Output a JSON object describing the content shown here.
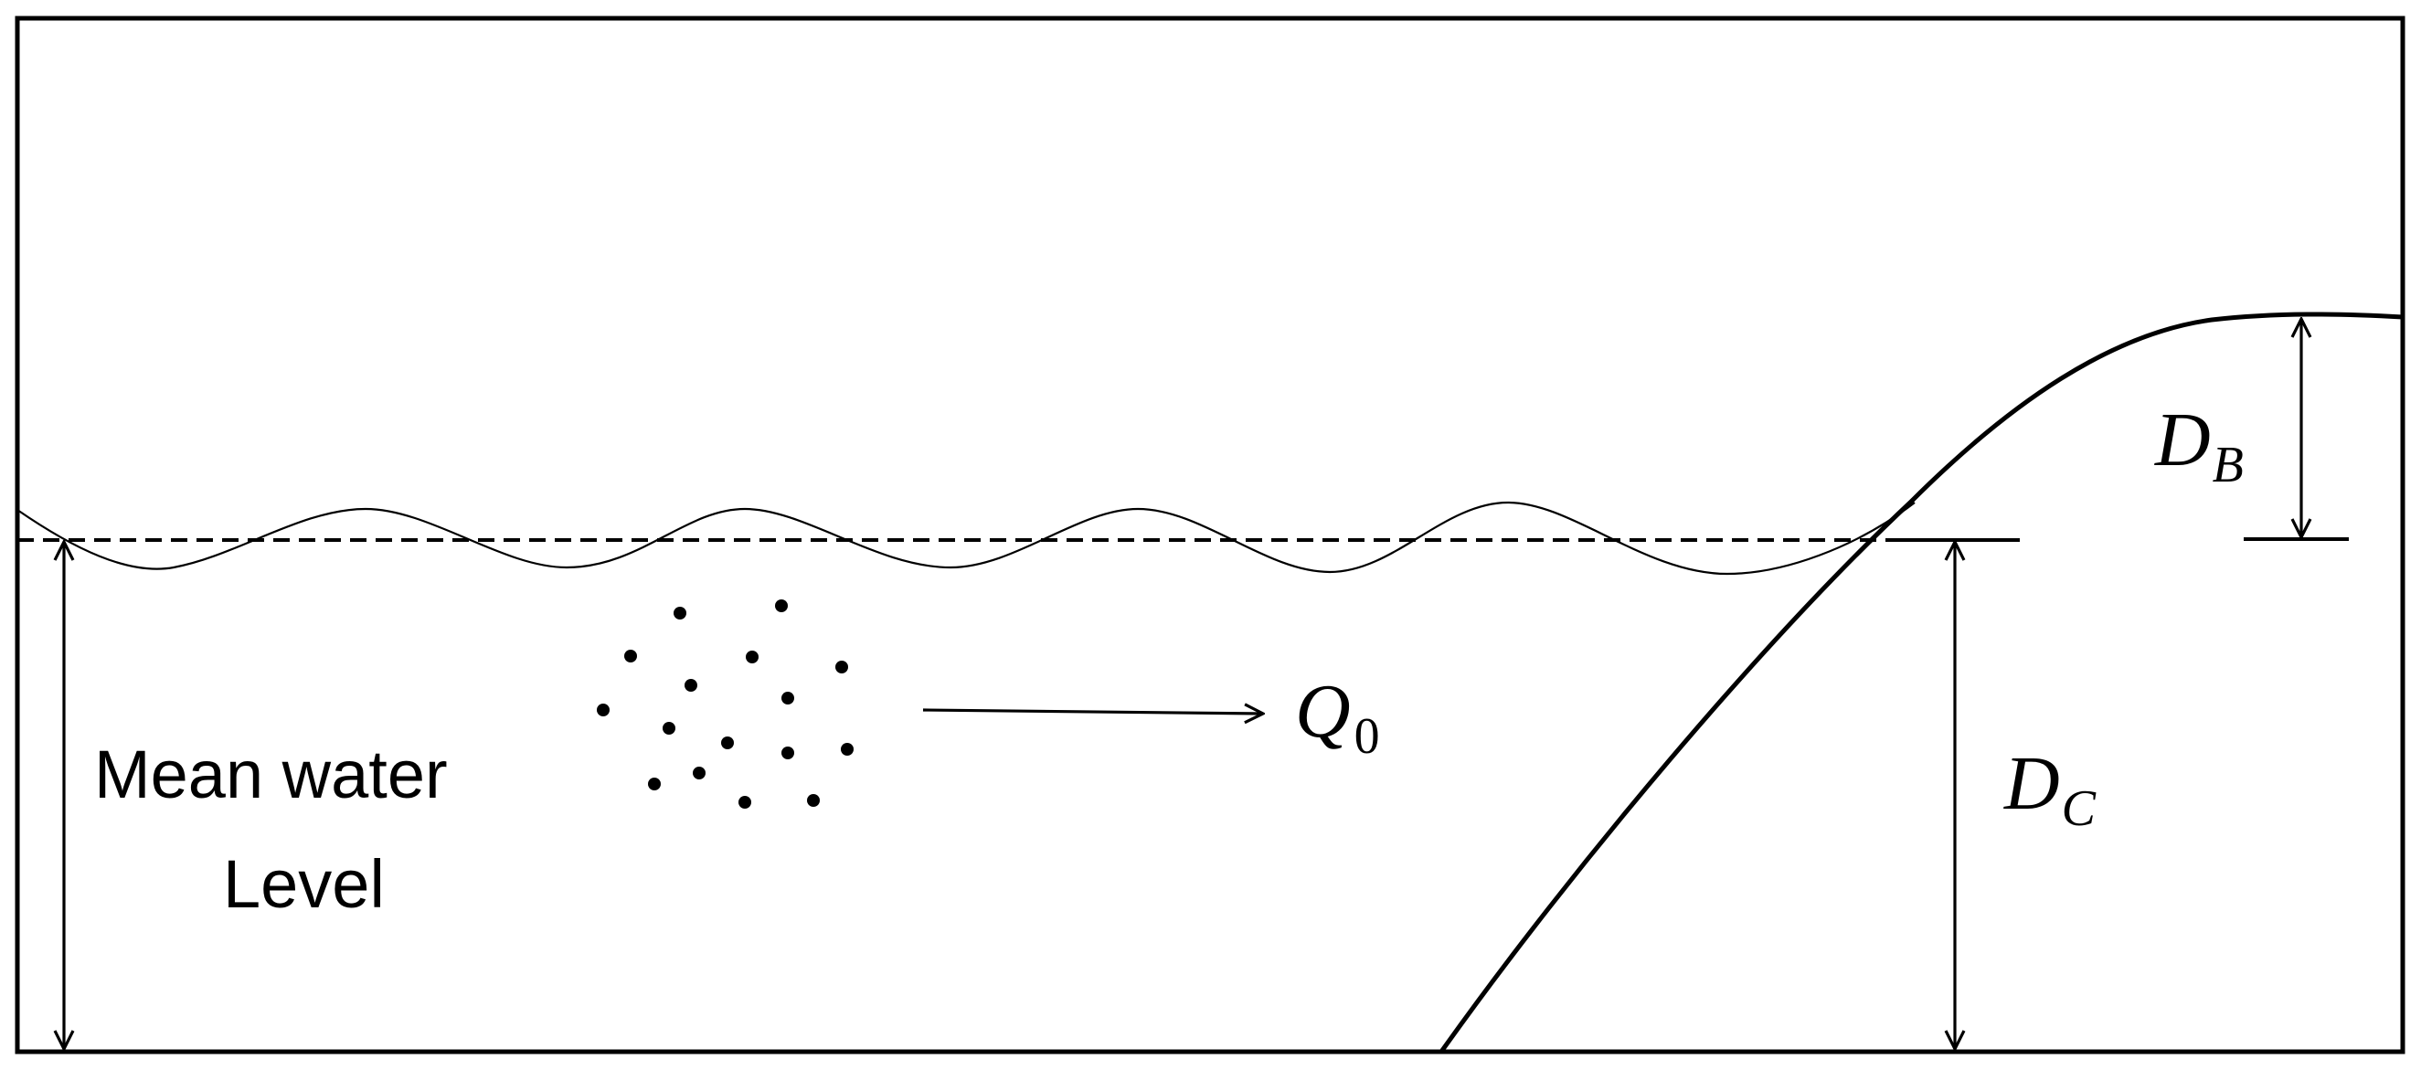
{
  "labels": {
    "mean_water_line1": "Mean water",
    "mean_water_line2": "Level",
    "flow_main": "Q",
    "flow_sub": "0",
    "crest_main": "D",
    "crest_sub": "C",
    "berm_main": "D",
    "berm_sub": "B"
  },
  "colors": {
    "stroke": "#000000",
    "background": "#ffffff"
  }
}
